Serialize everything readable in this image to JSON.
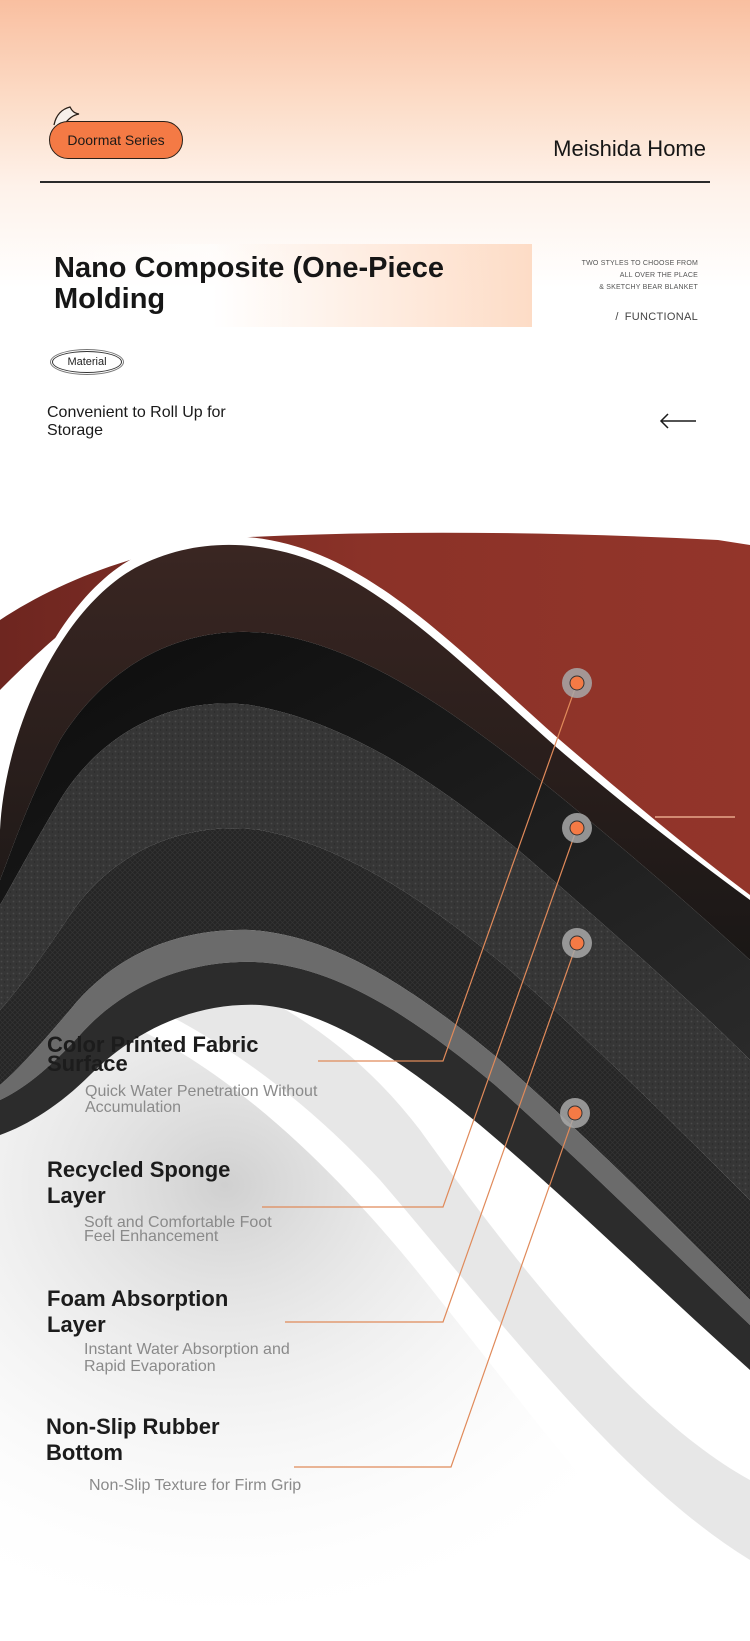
{
  "header": {
    "series_label": "Doormat Series",
    "brand": "Meishida Home"
  },
  "intro": {
    "title": "Nano Composite (One-Piece Molding",
    "tagline_lines": [
      "TWO STYLES TO CHOOSE FROM",
      "ALL OVER THE PLACE",
      "& SKETCHY BEAR BLANKET"
    ],
    "functional": "FUNCTIONAL",
    "material_label": "Material",
    "roll_up_text": "Convenient to Roll Up for Storage"
  },
  "colors": {
    "accent": "#f47a45",
    "fabric_red": "#8b3228",
    "callout_line": "#e08a5a"
  },
  "layers": [
    {
      "title": "Color Printed Fabric Surface",
      "description": "Quick Water Penetration Without Accumulation"
    },
    {
      "title": "Recycled Sponge Layer",
      "description": "Soft and Comfortable Foot Feel Enhancement"
    },
    {
      "title": "Foam Absorption Layer",
      "description": "Instant Water Absorption and Rapid Evaporation"
    },
    {
      "title": "Non-Slip Rubber Bottom",
      "description": "Non-Slip Texture for Firm Grip"
    }
  ]
}
